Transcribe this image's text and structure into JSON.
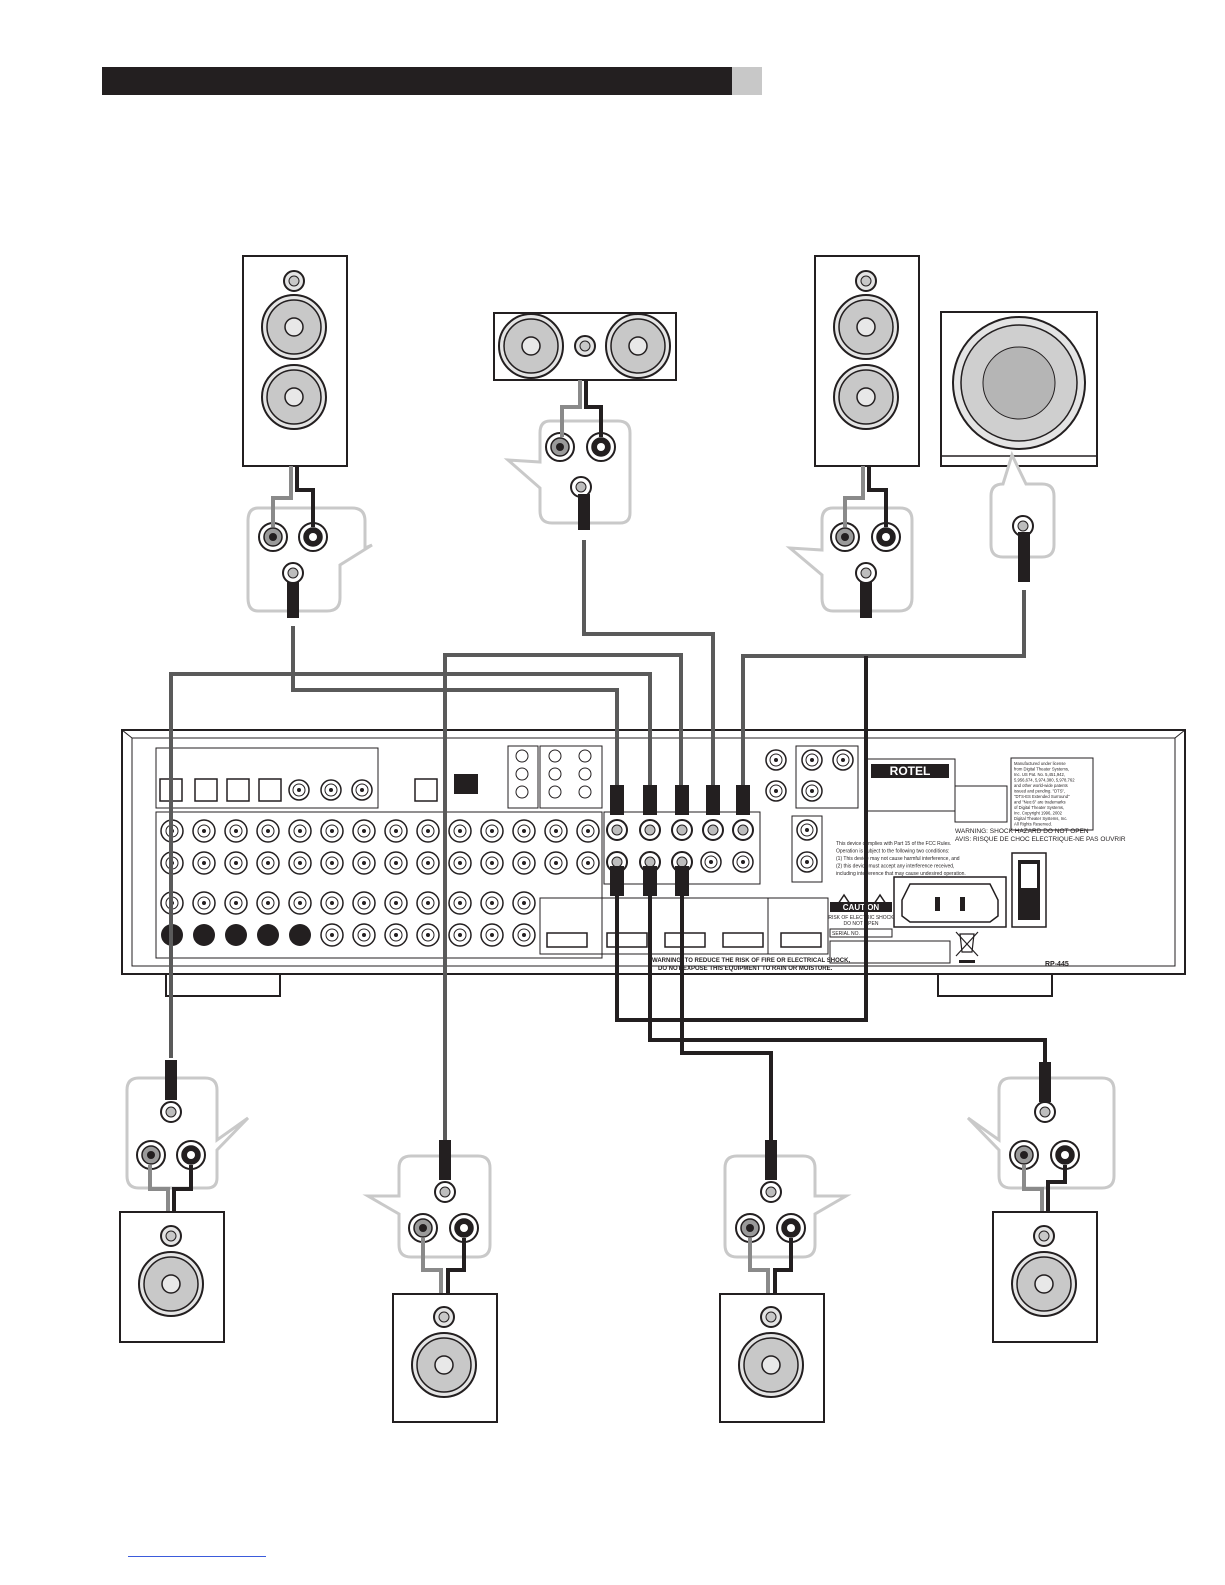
{
  "receiver": {
    "brand": "ROTEL",
    "model": "RP-445",
    "warning_line1": "WARNING: TO REDUCE THE RISK OF FIRE OR ELECTRICAL SHOCK,",
    "warning_line2": "DO NOT EXPOSE THIS EQUIPMENT TO RAIN OR MOISTURE.",
    "shock_warning_en": "WARNING: SHOCK HAZARD DO NOT OPEN",
    "shock_warning_fr": "AVIS: RISQUE DE CHOC ELECTRIQUE-NE PAS OUVRIR",
    "caution_title": "CAUTION",
    "caution_line1": "RISK OF ELECTRIC SHOCK",
    "caution_line2": "DO NOT OPEN",
    "serial_label": "SERIAL NO.",
    "fcc_lines": [
      "This device complies with Part 15 of the FCC Rules.",
      "Operation is subject to the following two conditions:",
      "(1) This device may not cause harmful interference, and",
      "(2) this device must accept any interference received,",
      "including interference that may cause undesired operation."
    ],
    "dts_lines": [
      "Manufactured under license",
      "from Digital Theater Systems,",
      "Inc. US Pat. No. 5,451,942,",
      "5,956,674, 5,974,380, 5,978,762",
      "and other world-wide patents",
      "issued and pending. \"DTS\",",
      "\"DTS-ES Extended Surround\"",
      "and \"Neo:6\" are trademarks",
      "of Digital Theater Systems,",
      "Inc. Copyright 1996, 2002",
      "Digital Theater Systems, Inc.",
      "All Rights Reserved."
    ]
  },
  "colors": {
    "ink": "#231f20",
    "cable_gray": "#5a5a5a",
    "callout_gray": "#c9c9c9",
    "speaker_fill": "#d6d6d6"
  },
  "speakers": [
    {
      "name": "front-left-speaker"
    },
    {
      "name": "center-speaker"
    },
    {
      "name": "front-right-speaker"
    },
    {
      "name": "subwoofer"
    },
    {
      "name": "surround-left-speaker"
    },
    {
      "name": "surround-back-left-speaker"
    },
    {
      "name": "surround-back-right-speaker"
    },
    {
      "name": "surround-right-speaker"
    }
  ]
}
